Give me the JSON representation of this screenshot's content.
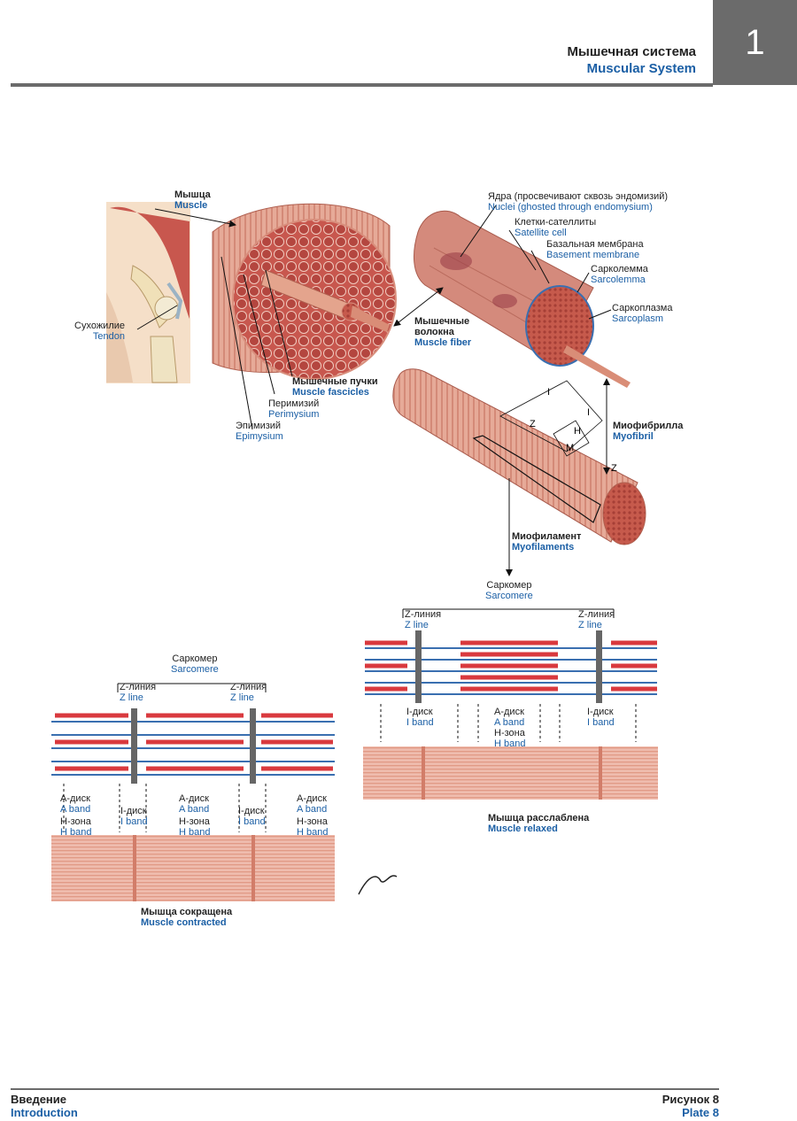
{
  "header": {
    "title_ru": "Мышечная система",
    "title_en": "Muscular System",
    "chapter": "1"
  },
  "labels": {
    "muscle": {
      "ru": "Мышца",
      "en": "Muscle"
    },
    "tendon": {
      "ru": "Сухожилие",
      "en": "Tendon"
    },
    "fascicles": {
      "ru": "Мышечные пучки",
      "en": "Muscle fascicles"
    },
    "perimysium": {
      "ru": "Перимизий",
      "en": "Perimysium"
    },
    "epimysium": {
      "ru": "Эпимизий",
      "en": "Epimysium"
    },
    "fiber": {
      "ru1": "Мышечные",
      "ru2": "волокна",
      "en": "Muscle fiber"
    },
    "nuclei": {
      "ru": "Ядра (просвечивают сквозь эндомизий)",
      "en": "Nuclei (ghosted through endomysium)"
    },
    "satellite": {
      "ru": "Клетки-сателлиты",
      "en": "Satellite cell"
    },
    "basement": {
      "ru": "Базальная мембрана",
      "en": "Basement membrane"
    },
    "sarcolemma": {
      "ru": "Сарколемма",
      "en": "Sarcolemma"
    },
    "sarcoplasm": {
      "ru": "Саркоплазма",
      "en": "Sarcoplasm"
    },
    "myofibril": {
      "ru": "Миофибрилла",
      "en": "Myofibril"
    },
    "myofilaments": {
      "ru": "Миофиламент",
      "en": "Myofilaments"
    },
    "sarcomere": {
      "ru": "Саркомер",
      "en": "Sarcomere"
    },
    "z_line": {
      "ru": "Z-линия",
      "en": "Z line"
    },
    "a_band": {
      "ru": "A-диск",
      "en": "A band"
    },
    "i_band": {
      "ru": "I-диск",
      "en": "I band"
    },
    "h_zone": {
      "ru": "H-зона",
      "en": "H band"
    },
    "relaxed": {
      "ru": "Мышца расслаблена",
      "en": "Muscle relaxed"
    },
    "contracted": {
      "ru": "Мышца сокращена",
      "en": "Muscle contracted"
    },
    "letters": {
      "i": "I",
      "z": "Z",
      "h": "H",
      "m": "M"
    },
    "signature": "F. Netter M.D."
  },
  "colors": {
    "muscle_red": "#c8574e",
    "muscle_pink": "#e3a08f",
    "actin_blue": "#3a6fb0",
    "myosin_red": "#d9393e",
    "text_blue": "#1b5fa5",
    "bar_gray": "#6b6b6b"
  },
  "footer": {
    "left_ru": "Введение",
    "left_en": "Introduction",
    "right_ru": "Рисунок 8",
    "right_en": "Plate 8"
  }
}
